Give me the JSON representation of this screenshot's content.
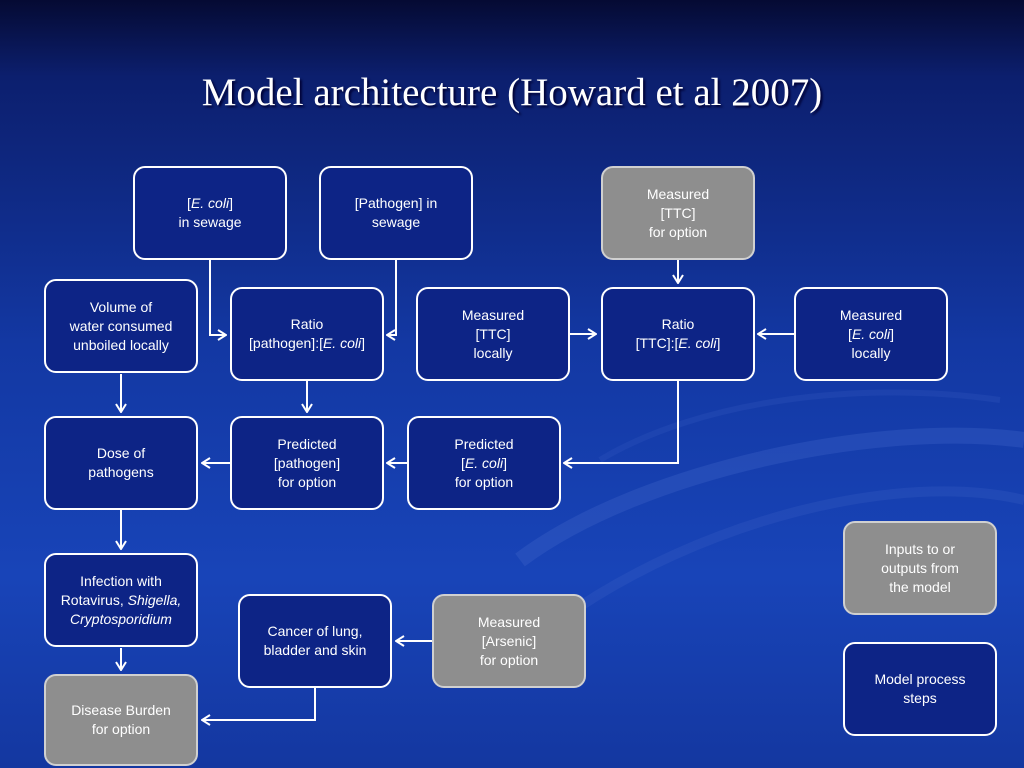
{
  "title": "Model architecture (Howard et al 2007)",
  "colors": {
    "background": "#1338a3",
    "process_box": "#0d2486",
    "io_box": "#8e8e8e",
    "line": "#ffffff"
  },
  "nodes": {
    "ecoli_sewage": {
      "l1a": "[",
      "l1b": "E. coli",
      "l1c": "]",
      "l2": "in sewage"
    },
    "pathogen_sewage": {
      "l1": "[Pathogen] in",
      "l2": "sewage"
    },
    "measured_ttc_option": {
      "l1": "Measured",
      "l2": "[TTC]",
      "l3": "for option"
    },
    "volume_water": {
      "l1": "Volume of",
      "l2": "water consumed",
      "l3": "unboiled locally"
    },
    "ratio_pathogen_ecoli": {
      "l1": "Ratio",
      "l2a": "[pathogen]:[",
      "l2b": "E. coli",
      "l2c": "]"
    },
    "measured_ttc_locally": {
      "l1": "Measured",
      "l2": "[TTC]",
      "l3": "locally"
    },
    "ratio_ttc_ecoli": {
      "l1": "Ratio",
      "l2a": "[TTC]:[",
      "l2b": "E. coli",
      "l2c": "]"
    },
    "measured_ecoli_locally": {
      "l1": "Measured",
      "l2a": "[",
      "l2b": "E. coli",
      "l2c": "]",
      "l3": "locally"
    },
    "dose_pathogens": {
      "l1": "Dose of",
      "l2": "pathogens"
    },
    "predicted_pathogen": {
      "l1": "Predicted",
      "l2": "[pathogen]",
      "l3": "for option"
    },
    "predicted_ecoli": {
      "l1": "Predicted",
      "l2a": "[",
      "l2b": "E. coli",
      "l2c": "]",
      "l3": "for option"
    },
    "infection": {
      "l1": "Infection with",
      "l2a": "Rotavirus, ",
      "l2b": "Shigella,",
      "l3": "Cryptosporidium"
    },
    "cancer": {
      "l1": "Cancer of lung,",
      "l2": "bladder and skin"
    },
    "measured_arsenic": {
      "l1": "Measured",
      "l2": "[Arsenic]",
      "l3": "for option"
    },
    "disease_burden": {
      "l1": "Disease Burden",
      "l2": "for option"
    }
  },
  "legend": {
    "io": {
      "l1": "Inputs to or",
      "l2": "outputs from",
      "l3": "the model"
    },
    "process": {
      "l1": "Model process",
      "l2": "steps"
    }
  }
}
